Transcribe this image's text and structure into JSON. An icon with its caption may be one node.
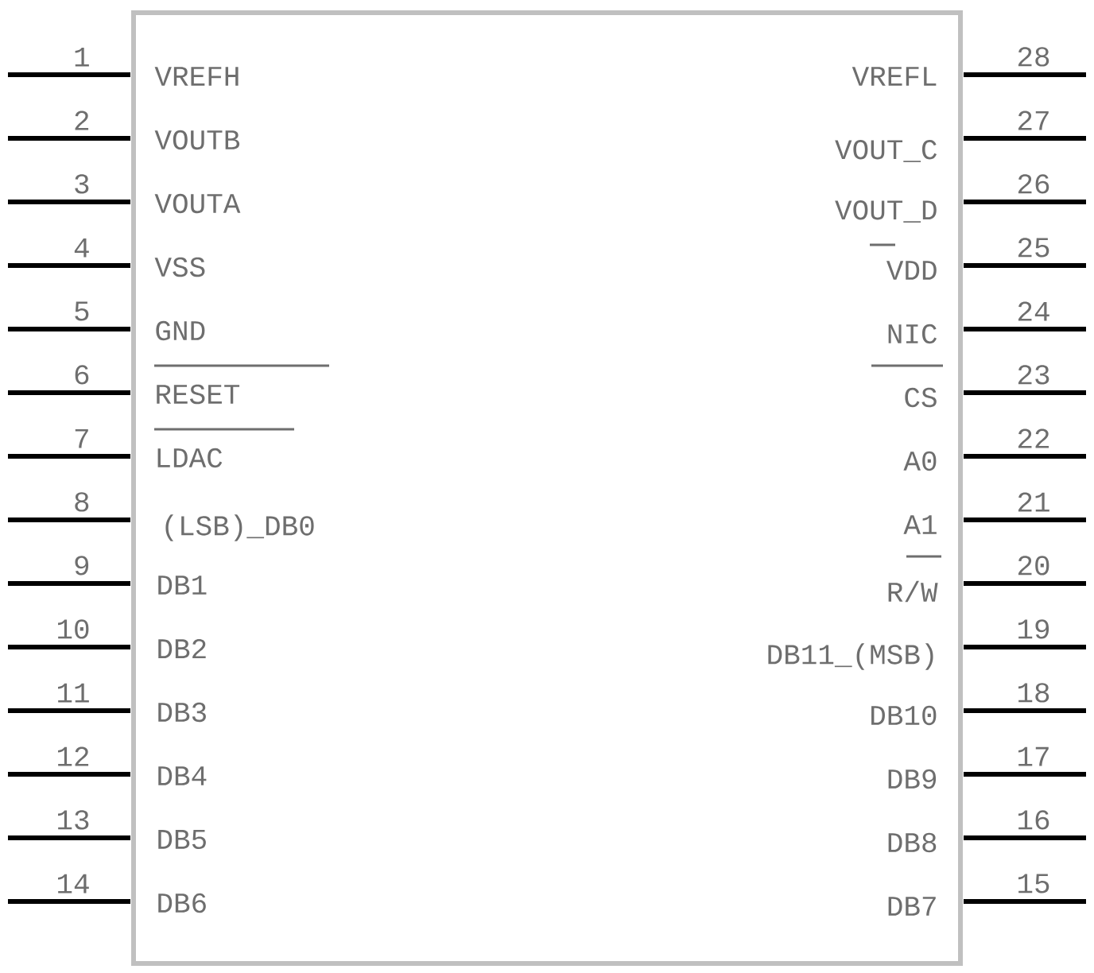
{
  "diagram": {
    "nodes": [
      {
        "text": [
          "VREFH",
          "VOUTB",
          "VOUTA",
          "VSS",
          "GND",
          "RESET",
          "LDAC",
          "(LSB)_DB0",
          "DB1",
          "DB2",
          "DB3",
          "DB4",
          "DB5",
          "DB6",
          "VREFL",
          "VOUT_C",
          "VOUT_D",
          "VDD",
          "NIC",
          "CS",
          "A0",
          "A1",
          "R/W",
          "DB11_(MSB)",
          "DB10",
          "DB9",
          "DB8",
          "DB7"
        ]
      }
    ],
    "labels": [
      "1",
      "2",
      "3",
      "4",
      "5",
      "6",
      "7",
      "8",
      "9",
      "10",
      "11",
      "12",
      "13",
      "14",
      "15",
      "16",
      "17",
      "18",
      "19",
      "20",
      "21",
      "22",
      "23",
      "24",
      "25",
      "26",
      "27",
      "28"
    ]
  }
}
